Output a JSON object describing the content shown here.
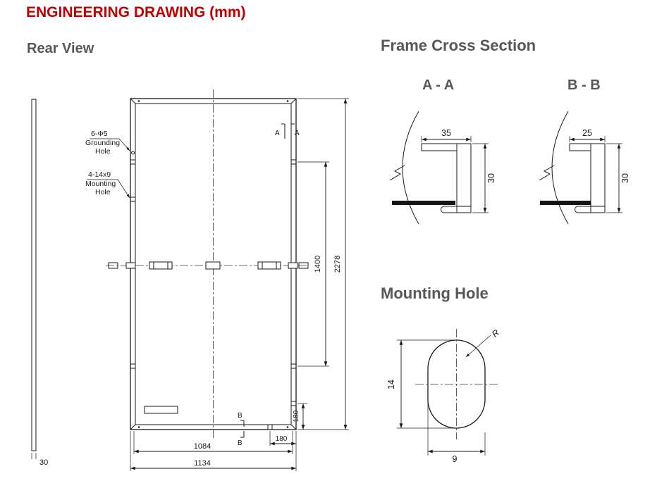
{
  "page": {
    "title": "ENGINEERING DRAWING (mm)"
  },
  "rear_view": {
    "heading": "Rear View",
    "thickness": "30",
    "grounding_label": [
      "6-Φ5",
      "Grounding",
      "Hole"
    ],
    "mounting_label": [
      "4-14x9",
      "Mounting",
      "Hole"
    ],
    "dim_hole_span_v": "1400",
    "dim_height": "2278",
    "dim_edge_v": "180",
    "dim_edge_h": "180",
    "dim_hole_span_h": "1084",
    "dim_width": "1134",
    "section_a": "A",
    "section_b": "B"
  },
  "frame_cross_section": {
    "heading": "Frame Cross Section",
    "a": {
      "label": "A - A",
      "dim_width": "35",
      "dim_height": "30"
    },
    "b": {
      "label": "B - B",
      "dim_width": "25",
      "dim_height": "30"
    }
  },
  "mounting_hole": {
    "heading": "Mounting Hole",
    "dim_height": "14",
    "dim_width": "9",
    "radius_label": "R"
  },
  "colors": {
    "title": "#c00000",
    "heading": "#55575b",
    "line": "#1a1a1a"
  }
}
